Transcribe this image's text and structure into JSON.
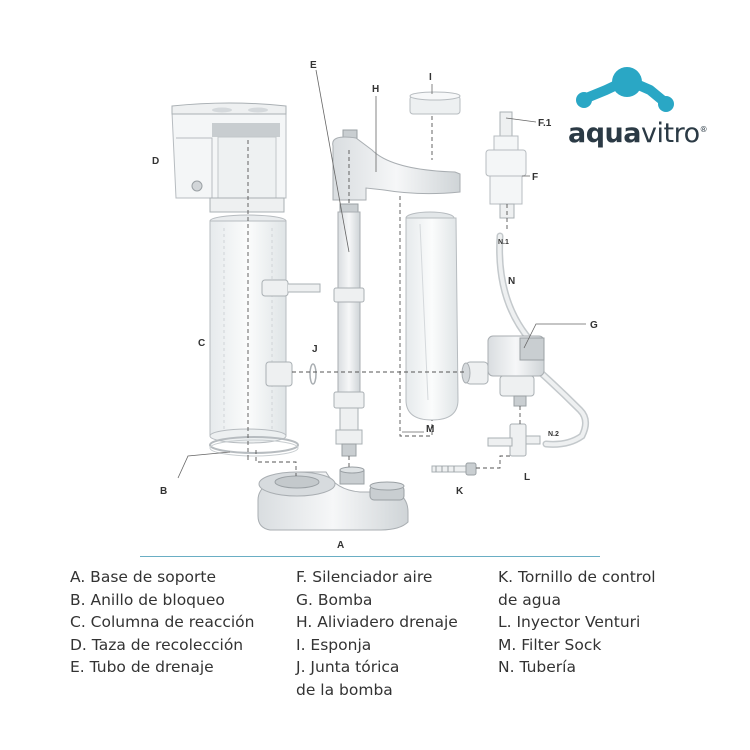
{
  "brand": {
    "name_bold": "aqua",
    "name_light": "vitro",
    "mark": "®",
    "color": "#2aa7c5"
  },
  "callouts": {
    "A": "A",
    "B": "B",
    "C": "C",
    "D": "D",
    "E": "E",
    "F": "F",
    "F1": "F.1",
    "G": "G",
    "H": "H",
    "I": "I",
    "J": "J",
    "K": "K",
    "L": "L",
    "M": "M",
    "N": "N",
    "N1": "N.1",
    "N2": "N.2"
  },
  "legend": {
    "col1": [
      "A. Base de soporte",
      "B. Anillo de bloqueo",
      "C. Columna de reacción",
      "D. Taza de recolección",
      "E. Tubo de drenaje"
    ],
    "col2": [
      "F. Silenciador aire",
      "G. Bomba",
      "H. Aliviadero drenaje",
      "I. Esponja",
      "J. Junta tórica",
      "de la bomba"
    ],
    "col3": [
      "K. Tornillo de control",
      "de agua",
      "L. Inyector Venturi",
      "M. Filter Sock",
      "N. Tubería"
    ]
  }
}
